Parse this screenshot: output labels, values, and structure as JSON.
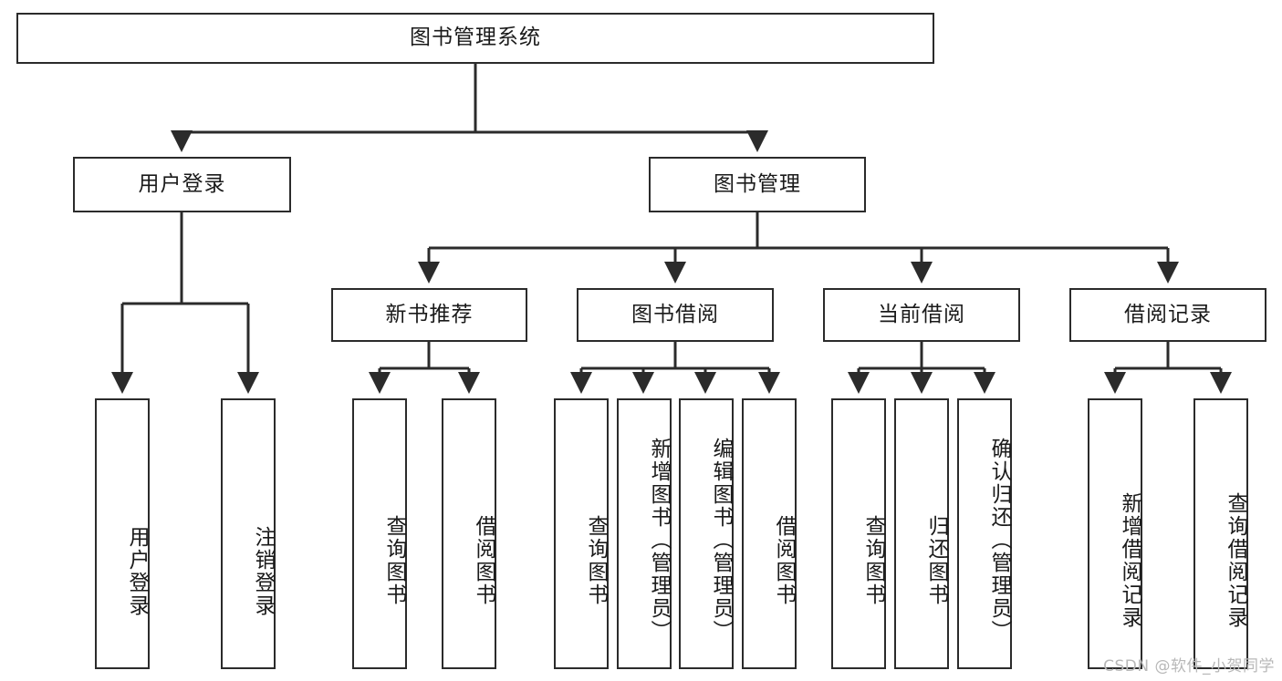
{
  "diagram": {
    "type": "tree-hierarchy",
    "title": "图书管理系统",
    "root": {
      "label": "图书管理系统",
      "orientation": "horizontal"
    },
    "level2": [
      {
        "label": "用户登录",
        "orientation": "horizontal"
      },
      {
        "label": "图书管理",
        "orientation": "horizontal"
      }
    ],
    "level3": [
      {
        "label": "新书推荐",
        "orientation": "horizontal",
        "parent": "图书管理"
      },
      {
        "label": "图书借阅",
        "orientation": "horizontal",
        "parent": "图书管理"
      },
      {
        "label": "当前借阅",
        "orientation": "horizontal",
        "parent": "图书管理"
      },
      {
        "label": "借阅记录",
        "orientation": "horizontal",
        "parent": "图书管理"
      }
    ],
    "leaves": [
      {
        "label": "用户登录",
        "orientation": "vertical",
        "parent": "用户登录"
      },
      {
        "label": "注销登录",
        "orientation": "vertical",
        "parent": "用户登录"
      },
      {
        "label": "查询图书",
        "orientation": "vertical",
        "parent": "新书推荐"
      },
      {
        "label": "借阅图书",
        "orientation": "vertical",
        "parent": "新书推荐"
      },
      {
        "label": "查询图书",
        "orientation": "vertical",
        "parent": "图书借阅"
      },
      {
        "label": "新增图书（管理员）",
        "orientation": "vertical",
        "parent": "图书借阅"
      },
      {
        "label": "编辑图书（管理员）",
        "orientation": "vertical",
        "parent": "图书借阅"
      },
      {
        "label": "借阅图书",
        "orientation": "vertical",
        "parent": "图书借阅"
      },
      {
        "label": "查询图书",
        "orientation": "vertical",
        "parent": "当前借阅"
      },
      {
        "label": "归还图书",
        "orientation": "vertical",
        "parent": "当前借阅"
      },
      {
        "label": "确认归还（管理员）",
        "orientation": "vertical",
        "parent": "当前借阅"
      },
      {
        "label": "新增借阅记录",
        "orientation": "vertical",
        "parent": "借阅记录"
      },
      {
        "label": "查询借阅记录",
        "orientation": "vertical",
        "parent": "借阅记录"
      }
    ],
    "watermark": "CSDN @软件_小贺同学",
    "colors": {
      "stroke": "#2b2b2b",
      "background": "#ffffff",
      "text": "#1a1a1a",
      "watermark": "#b8b8b8"
    }
  }
}
